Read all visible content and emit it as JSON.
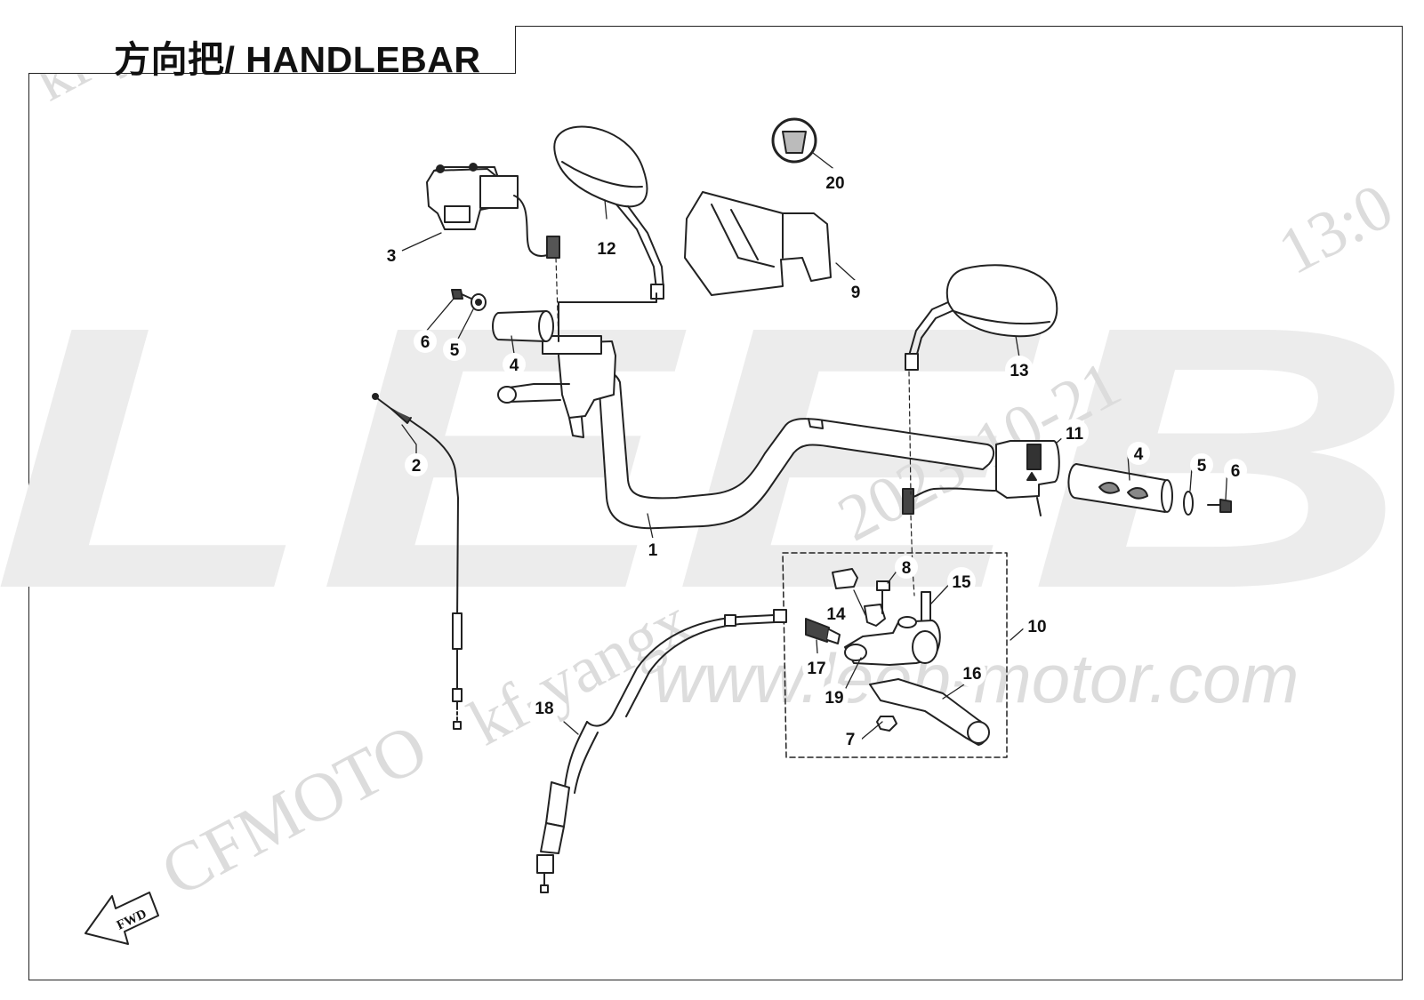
{
  "title": "方向把/ HANDLEBAR",
  "watermarks": {
    "brand_large": "LEEB",
    "url": "www.leeb-motor.com",
    "maker": "CFMOTO",
    "user": "kf-yangx",
    "date": "2023-10-21",
    "time": "13:0",
    "corner_user": "kf-y"
  },
  "fwd_label": "FWD",
  "callouts": [
    {
      "id": "c1",
      "label": "1"
    },
    {
      "id": "c2",
      "label": "2"
    },
    {
      "id": "c3",
      "label": "3"
    },
    {
      "id": "c4a",
      "label": "4"
    },
    {
      "id": "c4b",
      "label": "4"
    },
    {
      "id": "c5a",
      "label": "5"
    },
    {
      "id": "c5b",
      "label": "5"
    },
    {
      "id": "c6a",
      "label": "6"
    },
    {
      "id": "c6b",
      "label": "6"
    },
    {
      "id": "c7",
      "label": "7"
    },
    {
      "id": "c8",
      "label": "8"
    },
    {
      "id": "c9",
      "label": "9"
    },
    {
      "id": "c10",
      "label": "10"
    },
    {
      "id": "c11",
      "label": "11"
    },
    {
      "id": "c12",
      "label": "12"
    },
    {
      "id": "c13",
      "label": "13"
    },
    {
      "id": "c14",
      "label": "14"
    },
    {
      "id": "c15",
      "label": "15"
    },
    {
      "id": "c16",
      "label": "16"
    },
    {
      "id": "c17",
      "label": "17"
    },
    {
      "id": "c18",
      "label": "18"
    },
    {
      "id": "c19",
      "label": "19"
    },
    {
      "id": "c20",
      "label": "20"
    }
  ],
  "colors": {
    "line": "#222222",
    "watermark": "#e6e6e6",
    "watermark_text": "#d4d4d4",
    "part_fill": "#ffffff",
    "part_shade": "#bdbdbd"
  }
}
